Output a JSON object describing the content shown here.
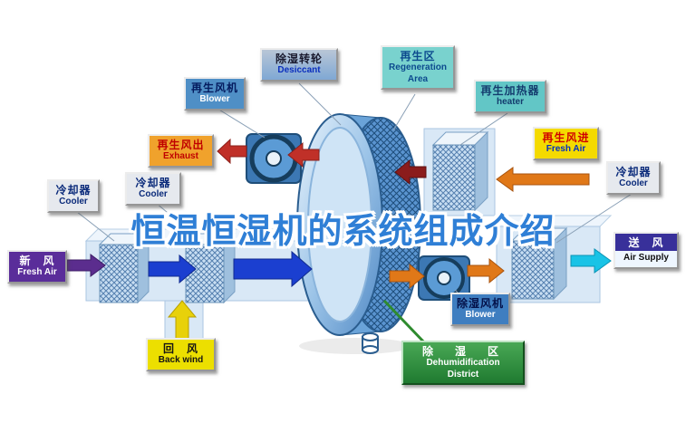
{
  "title": "恒温恒湿机的系统组成介绍",
  "labels": {
    "desiccant": {
      "zh": "除湿转轮",
      "en": "Desiccant"
    },
    "regen_area": {
      "zh": "再生区",
      "en": "Regeneration Area"
    },
    "blower_top": {
      "zh": "再生风机",
      "en": "Blower"
    },
    "heater": {
      "zh": "再生加热器",
      "en": "heater"
    },
    "exhaust": {
      "zh": "再生风出",
      "en": "Exhaust"
    },
    "regen_fresh": {
      "zh": "再生风进",
      "en": "Fresh Air"
    },
    "cooler_left_mid": {
      "zh": "冷却器",
      "en": "Cooler"
    },
    "cooler_left_far": {
      "zh": "冷却器",
      "en": "Cooler"
    },
    "cooler_right": {
      "zh": "冷却器",
      "en": "Cooler"
    },
    "fresh_air": {
      "zh": "新　风",
      "en": "Fresh Air"
    },
    "air_supply": {
      "zh": "送　风",
      "en": "Air Supply"
    },
    "back_wind": {
      "zh": "回　风",
      "en": "Back wind"
    },
    "blower_bottom": {
      "zh": "除湿风机",
      "en": "Blower"
    },
    "dehumid": {
      "zh": "除　湿　区",
      "en1": "Dehumidification",
      "en2": "District"
    }
  },
  "colors": {
    "title_blue": "#2f7fd6",
    "arrow_red": "#c03028",
    "arrow_dark_red": "#8b1c1c",
    "arrow_orange": "#e07818",
    "arrow_blue": "#1b3fd0",
    "arrow_yellow": "#e8d10a",
    "arrow_purple": "#5b2d8e",
    "arrow_cyan": "#19c3e6",
    "wheel_blue": "#5a94d0",
    "dehumid_green": "#2e8b2e"
  }
}
